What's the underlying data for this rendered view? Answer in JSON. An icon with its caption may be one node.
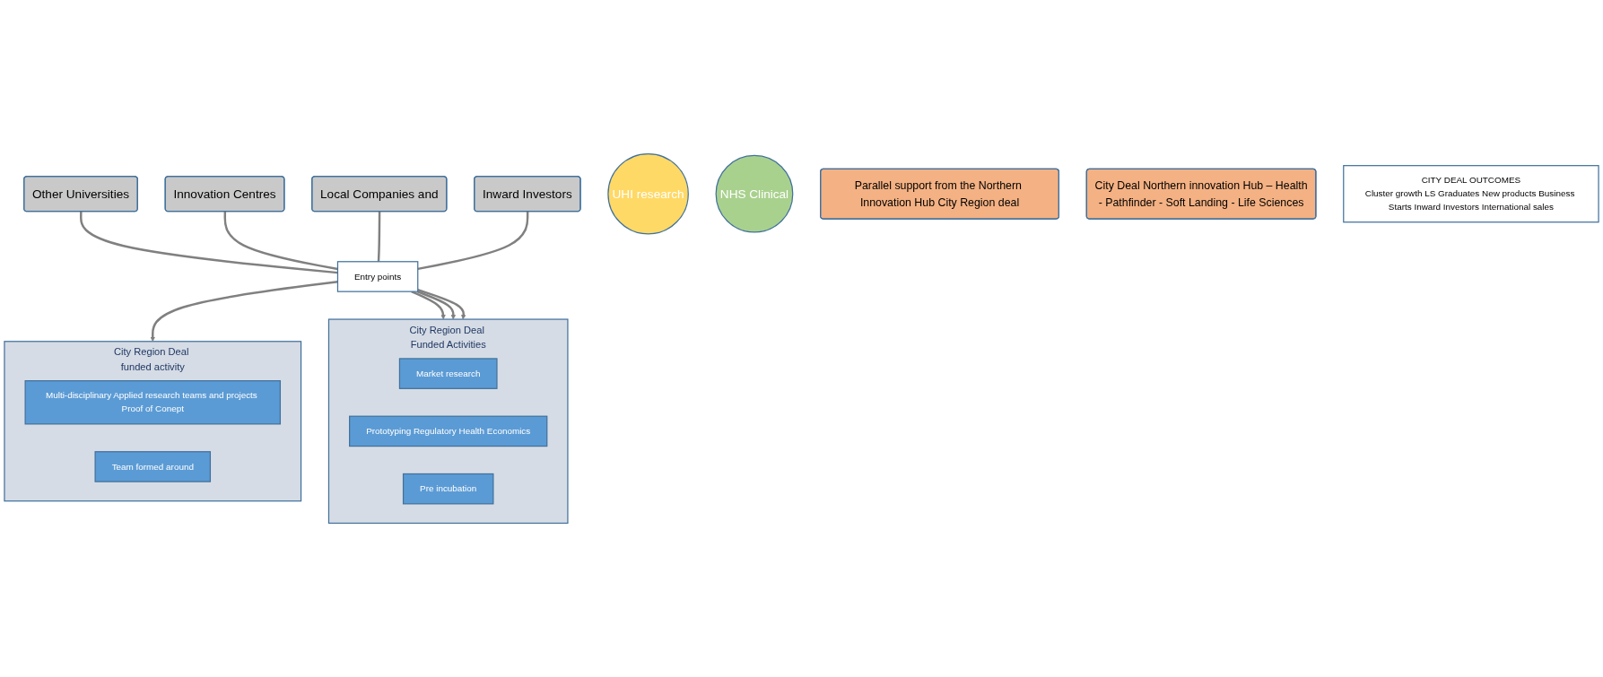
{
  "diagram": {
    "nodes": [
      {
        "text": [
          "Other Universities"
        ]
      },
      {
        "text": [
          "Innovation Centres"
        ]
      },
      {
        "text": [
          "Local Companies and"
        ]
      },
      {
        "text": [
          "Inward Investors"
        ]
      },
      {
        "text": [
          "Entry points"
        ]
      },
      {
        "text": [
          "UHI research"
        ]
      },
      {
        "text": [
          "City Region Deal funded activity"
        ]
      },
      {
        "text": [
          "NHS Clinical"
        ]
      },
      {
        "text": [
          "Multi-disciplinary Applied research teams and projects Proof of Conept"
        ],
        "in": 6
      },
      {
        "text": [
          "Team formed around"
        ],
        "in": 6
      },
      {
        "text": [
          "City Region Deal Funded Activities"
        ]
      },
      {
        "text": [
          "Market research"
        ],
        "in": 10
      },
      {
        "text": [
          "Prototyping Regulatory Health Economics"
        ],
        "in": 10
      },
      {
        "text": [
          "Pre incubation"
        ],
        "in": 10
      },
      {
        "text": [
          "Parallel support from the Northern Innovation Hub City Region deal"
        ]
      },
      {
        "text": [
          "City Deal Northern innovation Hub – Health",
          "- Pathfinder - Soft Landing - Life Sciences"
        ]
      },
      {
        "text": [
          "CITY DEAL OUTCOMES",
          "Cluster growth LS Graduates New products Business Starts Inward Investors International sales"
        ]
      }
    ],
    "edges": [
      {
        "from": 0,
        "to": 4,
        "arrow": "none"
      },
      {
        "from": 1,
        "to": 4,
        "arrow": "none"
      },
      {
        "from": 2,
        "to": 4,
        "arrow": "none"
      },
      {
        "from": 3,
        "to": 4,
        "arrow": "none"
      },
      {
        "from": 4,
        "to": 6,
        "arrow": "to"
      },
      {
        "from": 4,
        "to": 10,
        "arrow": "to"
      },
      {
        "from": 4,
        "to": 10,
        "arrow": "to"
      },
      {
        "from": 4,
        "to": 10,
        "arrow": "to"
      }
    ]
  }
}
